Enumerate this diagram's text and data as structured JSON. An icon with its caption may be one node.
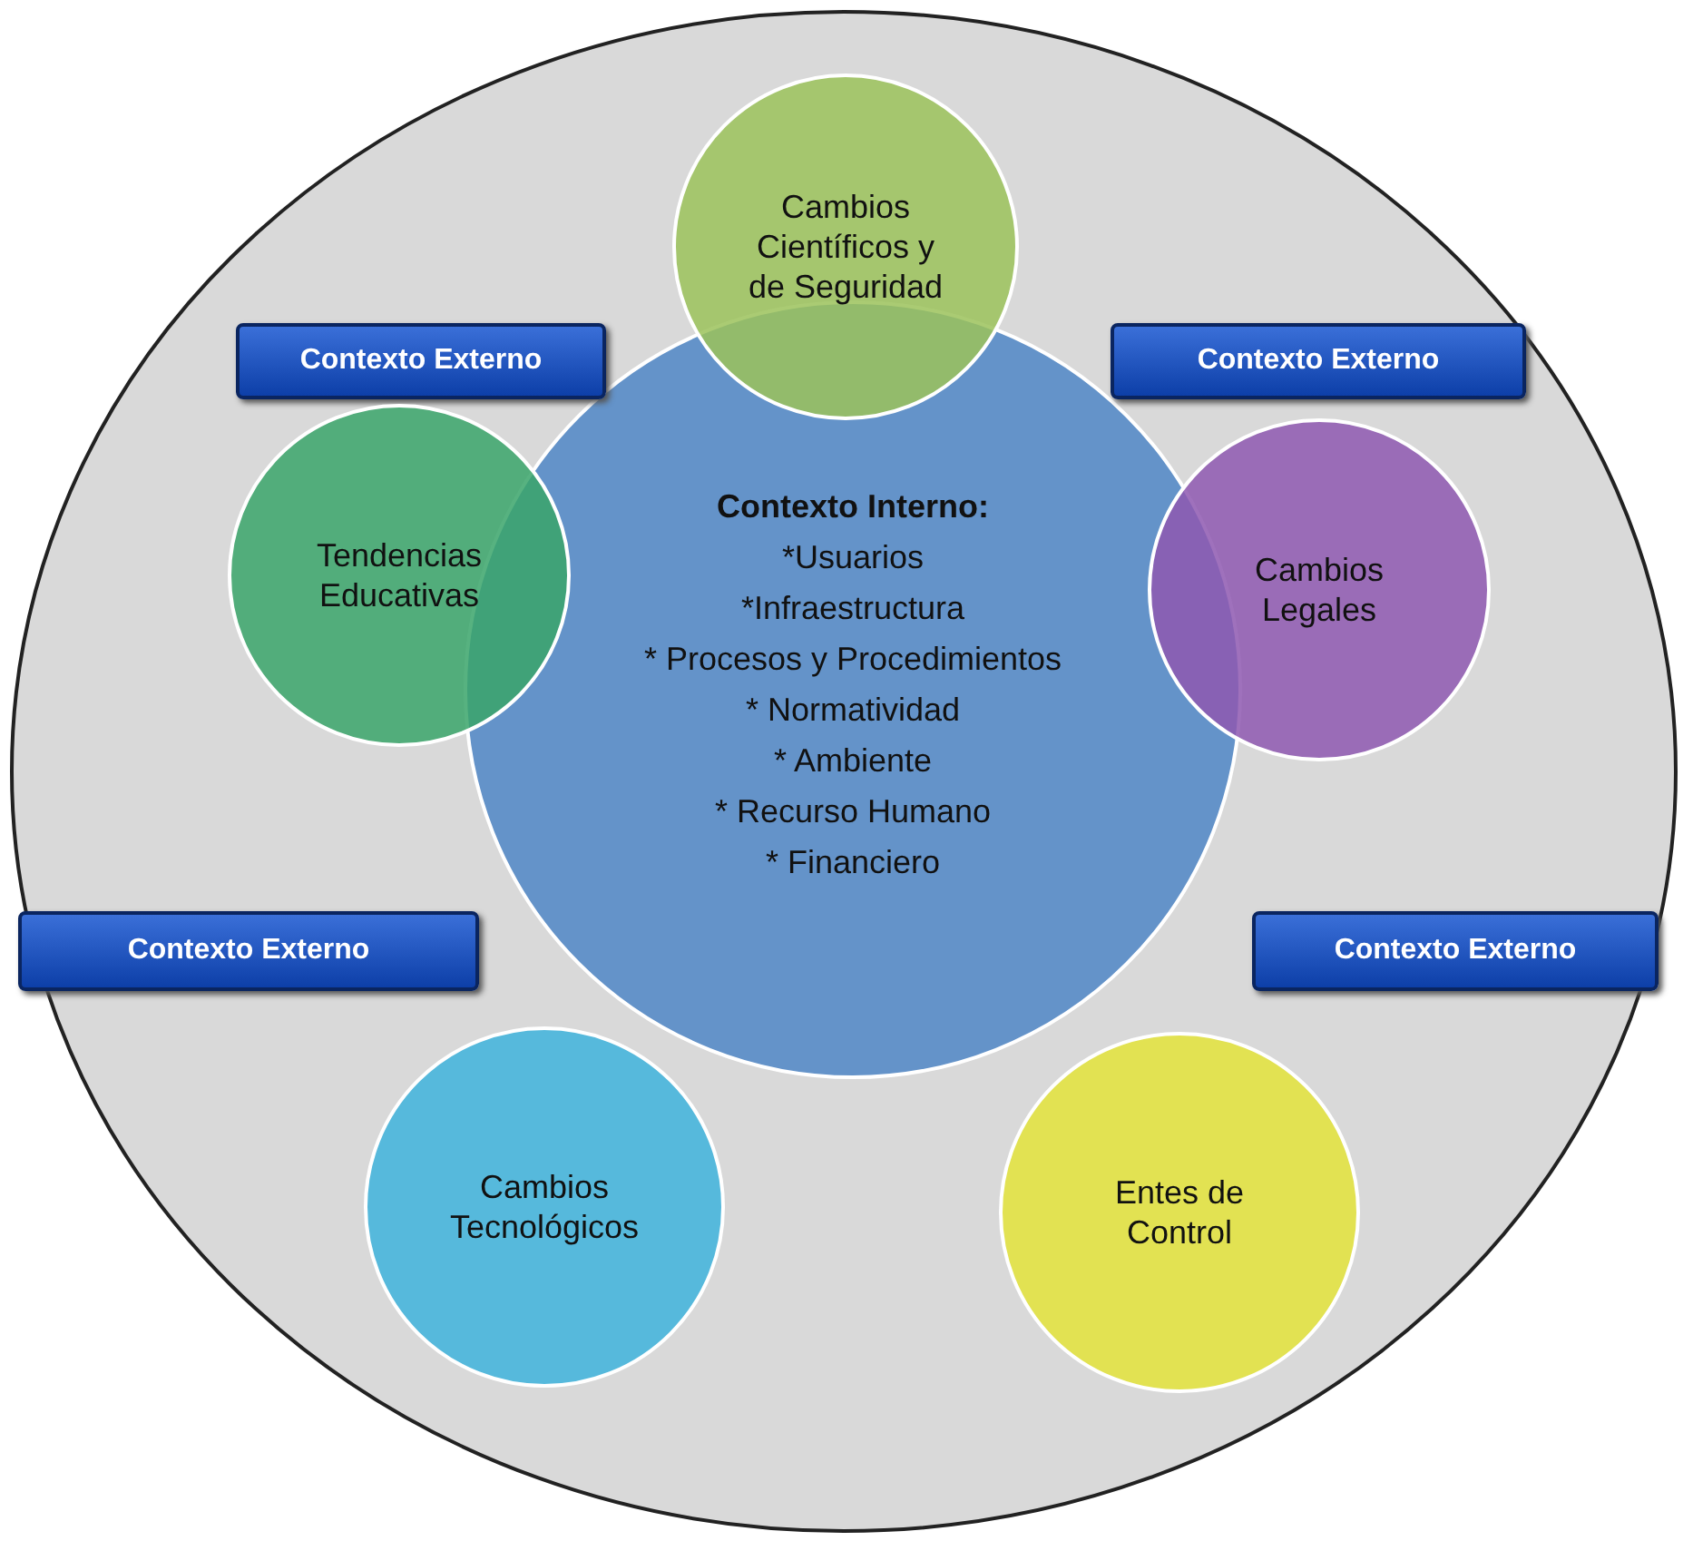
{
  "diagram": {
    "nodes": [
      {
        "text": [],
        "shape": "circle"
      },
      {
        "text": [
          "Cambios Científicos y de Seguridad"
        ],
        "in": 0
      },
      {
        "text": [
          "Contexto Externo"
        ],
        "in": 0
      },
      {
        "text": [
          "Contexto Externo"
        ],
        "in": 0
      },
      {
        "text": [
          "Tendencias Educativas"
        ],
        "in": 0
      },
      {
        "text": [
          "Contexto Interno:",
          "*Usuarios",
          "*Infraestructura",
          "* Procesos y Procedimientos",
          "* Normatividad",
          "* Ambiente",
          "* Recurso Humano",
          "* Financiero"
        ],
        "in": 0
      },
      {
        "text": [
          "Cambios Legales"
        ],
        "in": 0
      },
      {
        "text": [
          "Contexto Externo"
        ],
        "in": 0
      },
      {
        "text": [
          "Contexto Externo"
        ],
        "in": 0
      },
      {
        "text": [
          "Cambios Tecnológicos"
        ],
        "in": 0
      },
      {
        "text": [
          "Entes de Control"
        ],
        "in": 0
      }
    ],
    "edges": []
  }
}
